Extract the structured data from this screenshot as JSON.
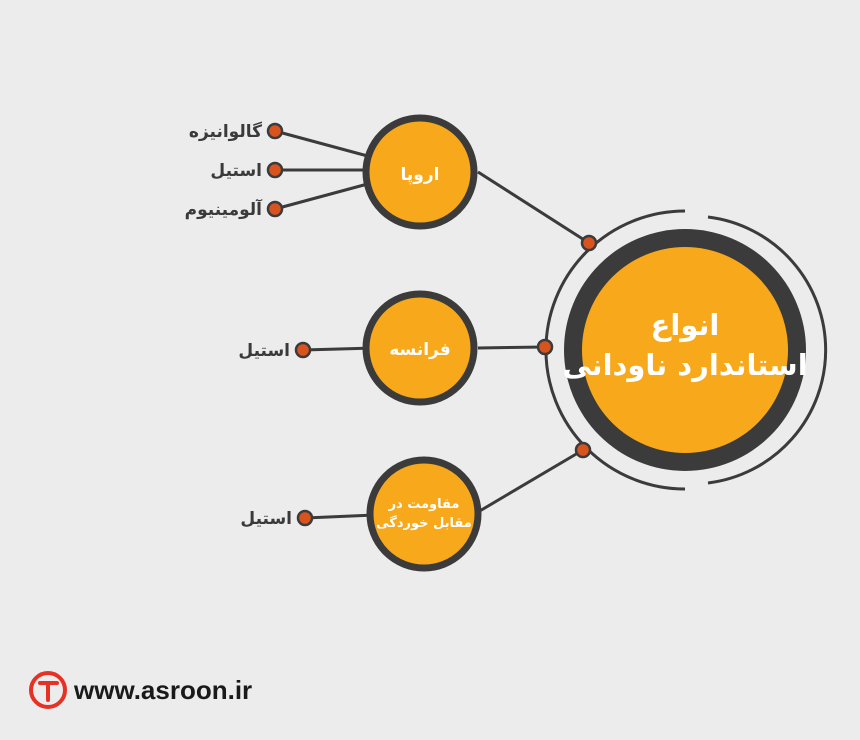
{
  "center": {
    "line1": "انواع",
    "line2": "استاندارد ناودانی"
  },
  "branches": [
    {
      "label_lines": [
        "اروپا"
      ],
      "leaves": [
        "گالوانیزه",
        "استیل",
        "آلومینیوم"
      ]
    },
    {
      "label_lines": [
        "فرانسه"
      ],
      "leaves": [
        "استیل"
      ]
    },
    {
      "label_lines": [
        "مقاومت در",
        "مقابل خوردگی"
      ],
      "leaves": [
        "استیل"
      ]
    }
  ],
  "logo": {
    "text": "www.asroon.ir"
  },
  "colors": {
    "background": "#ececec",
    "orange": "#f7a81b",
    "ring": "#3b3b3b",
    "dot": "#d9531e",
    "line": "#3b3b3b",
    "leaf_text": "#3a3a3a",
    "logo_red": "#e53224"
  }
}
